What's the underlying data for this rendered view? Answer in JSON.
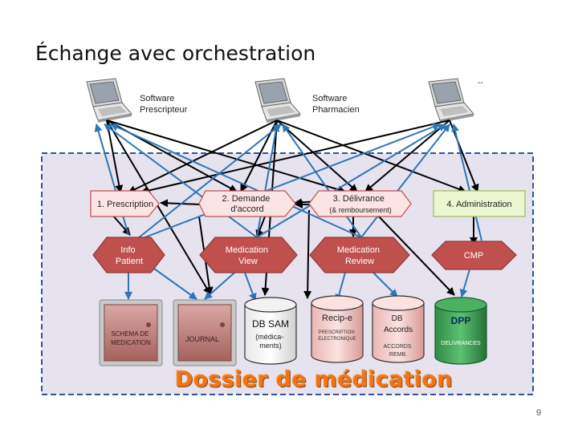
{
  "slide": {
    "title": "Échange avec orchestration",
    "top_right_mark": "--",
    "page_number": "9",
    "container_label": "Dossier de médication"
  },
  "software": {
    "prescripteur": [
      "Software",
      "Prescripteur"
    ],
    "pharmacien": [
      "Software",
      "Pharmacien"
    ]
  },
  "process": {
    "prescription": [
      "1. Prescription"
    ],
    "demande": [
      "2. Demande",
      "d'accord"
    ],
    "delivrance": [
      "3. Délivrance",
      "(& remboursement)"
    ],
    "administration": [
      "4. Administration"
    ]
  },
  "services": {
    "info_patient": [
      "Info",
      "Patient"
    ],
    "medication_view": [
      "Medication",
      "View"
    ],
    "medication_review": [
      "Medication",
      "Review"
    ],
    "cmp": [
      "CMP"
    ]
  },
  "stores": {
    "schema": [
      "SCHEMA DE",
      "MEDICATION"
    ],
    "journal": [
      "JOURNAL"
    ],
    "db_sam": [
      "DB SAM"
    ],
    "db_sam_sub": [
      "(médica-",
      "ments)"
    ],
    "recip": [
      "Recip-e"
    ],
    "recip_sub": [
      "PRESCRIPTION",
      "ELECTRONIQUE"
    ],
    "db_accords": [
      "DB",
      "Accords"
    ],
    "db_accords_sub": [
      "ACCORDS",
      "REMB."
    ],
    "dpp": [
      "DPP"
    ],
    "dpp_sub": [
      "DELIVRANCES"
    ]
  },
  "colors": {
    "container_fill": "#e6e3ef",
    "container_border": "#2f5597",
    "process_fill": "#fde4e4",
    "administration_fill": "#ecf6cf",
    "service_fill": "#c0504d",
    "black_arrow": "#000000",
    "blue_arrow": "#2e75b6",
    "label_orange": "#ef7418"
  },
  "icons": [
    "laptop-icon",
    "safe-icon",
    "cylinder-icon"
  ]
}
